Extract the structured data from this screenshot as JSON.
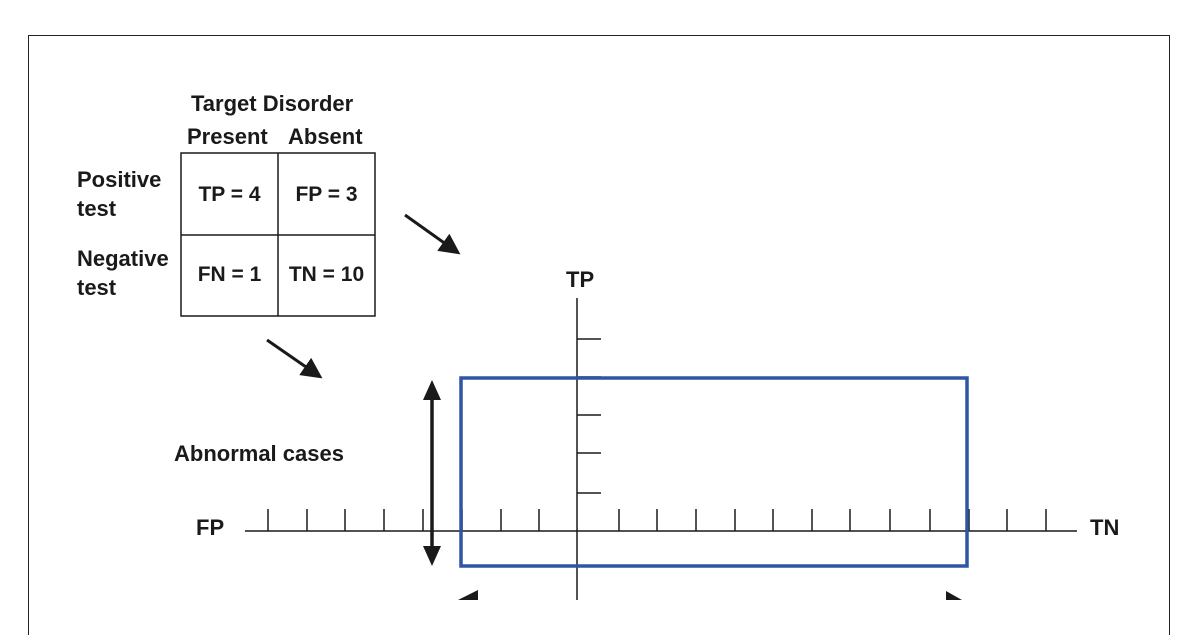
{
  "table": {
    "header_title": "Target Disorder",
    "col_present": "Present",
    "col_absent": "Absent",
    "row_positive_line1": "Positive",
    "row_positive_line2": "test",
    "row_negative_line1": "Negative",
    "row_negative_line2": "test",
    "cells": {
      "tp": "TP = 4",
      "fp": "FP = 3",
      "fn": "FN = 1",
      "tn": "TN = 10"
    }
  },
  "axes": {
    "y_top_label": "TP",
    "x_left_label": "FP",
    "x_right_label": "TN"
  },
  "annotations": {
    "abnormal_cases": "Abnormal cases"
  },
  "colors": {
    "line": "#1a1a1a",
    "box": "#2f55a4"
  }
}
